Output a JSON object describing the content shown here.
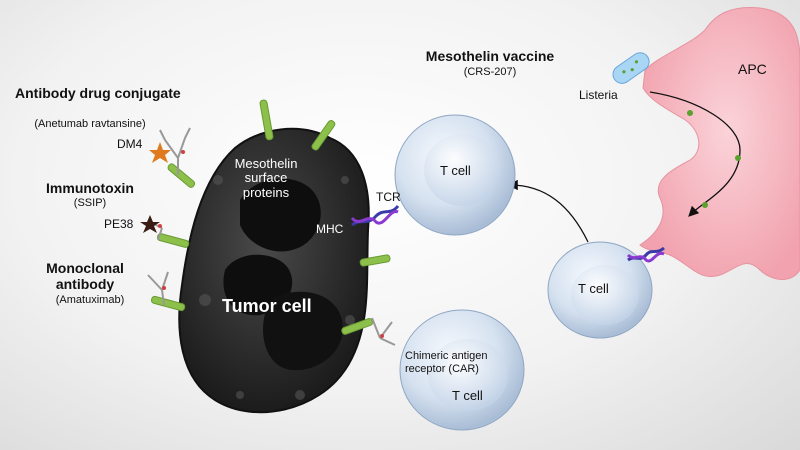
{
  "labels": {
    "adc_title": "Antibody drug conjugate",
    "adc_sub": "(Anetumab  ravtansine)",
    "dm4": "DM4",
    "immunotoxin_title": "Immunotoxin",
    "immunotoxin_sub": "(SSIP)",
    "pe38": "PE38",
    "mab_title": "Monoclonal antibody",
    "mab_sub": "(Amatuximab)",
    "tumor_cell": "Tumor cell",
    "surface_proteins": "Mesothelin surface proteins",
    "mhc": "MHC",
    "tcr": "TCR",
    "t_cell_upper": "T cell",
    "t_cell_right": "T cell",
    "t_cell_lower": "T cell",
    "car": "Chimeric antigen receptor (CAR)",
    "vaccine_title": "Mesothelin vaccine",
    "vaccine_sub": "(CRS-207)",
    "listeria": "Listeria",
    "apc": "APC"
  },
  "colors": {
    "tumor": "#2b2b2b",
    "tcell": "#d6e2f0",
    "apc": "#f7bcc4",
    "receptor": "#8cc04a",
    "toxin_dm4": "#e07a1f",
    "toxin_pe38": "#3a1c14",
    "listeria": "#8ec8ef",
    "dot": "#5aa02c"
  }
}
